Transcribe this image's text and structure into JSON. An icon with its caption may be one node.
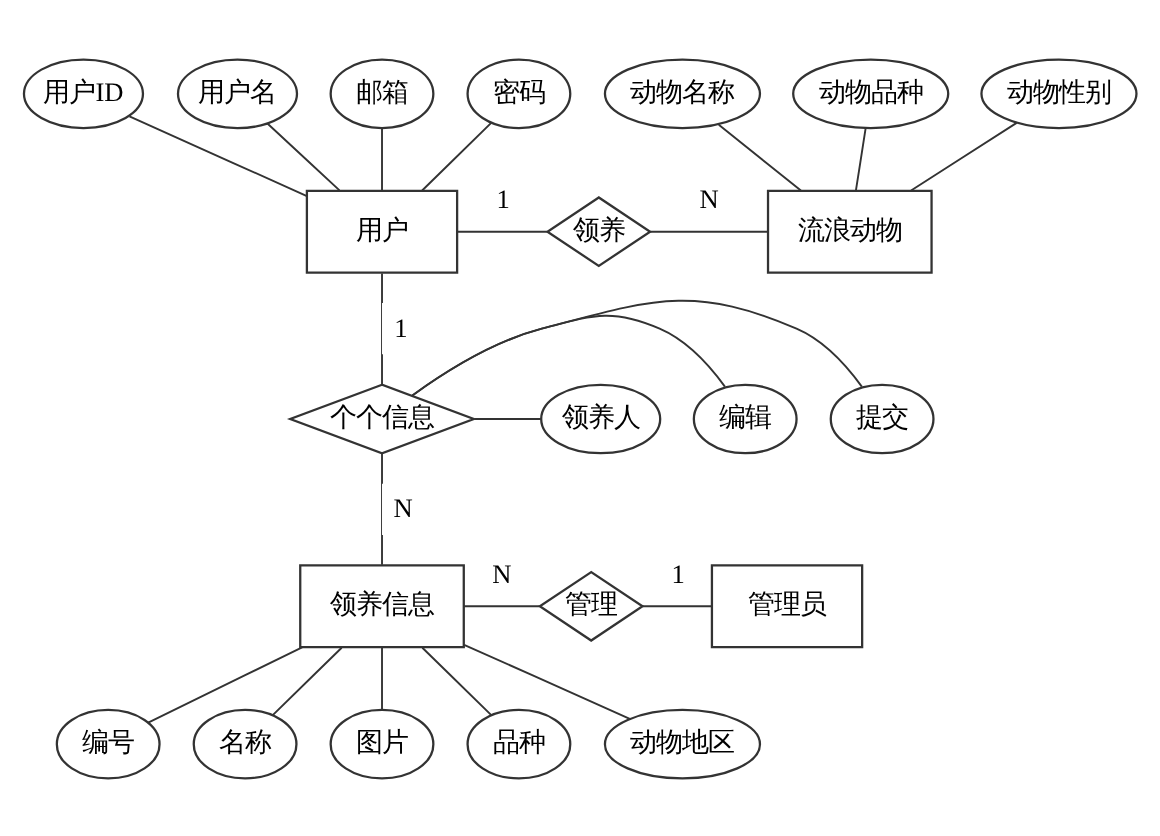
{
  "diagram": {
    "nodes": [
      {
        "text": [
          "用户"
        ]
      },
      {
        "text": [
          "用户ID"
        ]
      },
      {
        "text": [
          "用户名"
        ]
      },
      {
        "text": [
          "邮箱"
        ]
      },
      {
        "text": [
          "密码"
        ]
      },
      {
        "text": [
          "领养"
        ]
      },
      {
        "text": [
          "流浪动物"
        ]
      },
      {
        "text": [
          "动物名称"
        ]
      },
      {
        "text": [
          "动物品种"
        ]
      },
      {
        "text": [
          "动物性别"
        ]
      },
      {
        "text": [
          "个个信息"
        ]
      },
      {
        "text": [
          "提交"
        ]
      },
      {
        "text": [
          "编辑"
        ]
      },
      {
        "text": [
          "领养人"
        ]
      },
      {
        "text": [
          "领养信息"
        ]
      },
      {
        "text": [
          "管理"
        ]
      },
      {
        "text": [
          "管理员"
        ]
      },
      {
        "text": [
          "编号"
        ]
      },
      {
        "text": [
          "名称"
        ]
      },
      {
        "text": [
          "图片"
        ]
      },
      {
        "text": [
          "品种"
        ]
      },
      {
        "text": [
          "动物地区"
        ]
      }
    ],
    "edges": [
      {
        "from": 1,
        "to": 0,
        "arrow": "none"
      },
      {
        "from": 2,
        "to": 0,
        "arrow": "none"
      },
      {
        "from": 3,
        "to": 0,
        "arrow": "none"
      },
      {
        "from": 4,
        "to": 0,
        "arrow": "none"
      },
      {
        "from": 7,
        "to": 6,
        "arrow": "none"
      },
      {
        "from": 8,
        "to": 6,
        "arrow": "none"
      },
      {
        "from": 9,
        "to": 6,
        "arrow": "none"
      },
      {
        "from": 0,
        "to": 5,
        "arrow": "none",
        "label": "1"
      },
      {
        "from": 5,
        "to": 6,
        "arrow": "none",
        "label": "N"
      },
      {
        "from": 0,
        "to": 10,
        "arrow": "none",
        "label": "1"
      },
      {
        "from": 10,
        "to": 11,
        "arrow": "none"
      },
      {
        "from": 10,
        "to": 12,
        "arrow": "none"
      },
      {
        "from": 10,
        "to": 13,
        "arrow": "none"
      },
      {
        "from": 10,
        "to": 14,
        "arrow": "none",
        "label": "N"
      },
      {
        "from": 14,
        "to": 15,
        "arrow": "none",
        "label": "N"
      },
      {
        "from": 15,
        "to": 16,
        "arrow": "none",
        "label": "1"
      },
      {
        "from": 14,
        "to": 17,
        "arrow": "none"
      },
      {
        "from": 14,
        "to": 18,
        "arrow": "none"
      },
      {
        "from": 14,
        "to": 19,
        "arrow": "none"
      },
      {
        "from": 14,
        "to": 20,
        "arrow": "none"
      },
      {
        "from": 14,
        "to": 21,
        "arrow": "none"
      }
    ]
  }
}
